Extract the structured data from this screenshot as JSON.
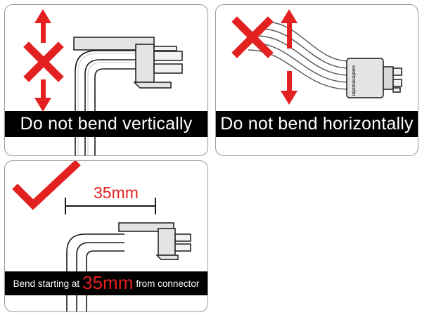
{
  "panels": {
    "vertical": {
      "caption": "Do not bend vertically"
    },
    "horizontal": {
      "caption": "Do not bend horizontally",
      "brand_text": "coolermaster"
    },
    "correct": {
      "measure": "35mm",
      "caption_prefix": "Bend starting at",
      "caption_highlight": "35mm",
      "caption_suffix": "from connector"
    }
  },
  "colors": {
    "accent_red": "#e32121",
    "banner_bg": "#000000",
    "banner_text": "#ffffff",
    "panel_border": "#9a9a9a",
    "line_art": "#1a1a1a",
    "connector_fill": "#e4e4e4"
  },
  "icons": [
    "cross-mark-icon",
    "arrow-up-icon",
    "arrow-down-icon",
    "check-mark-icon"
  ]
}
